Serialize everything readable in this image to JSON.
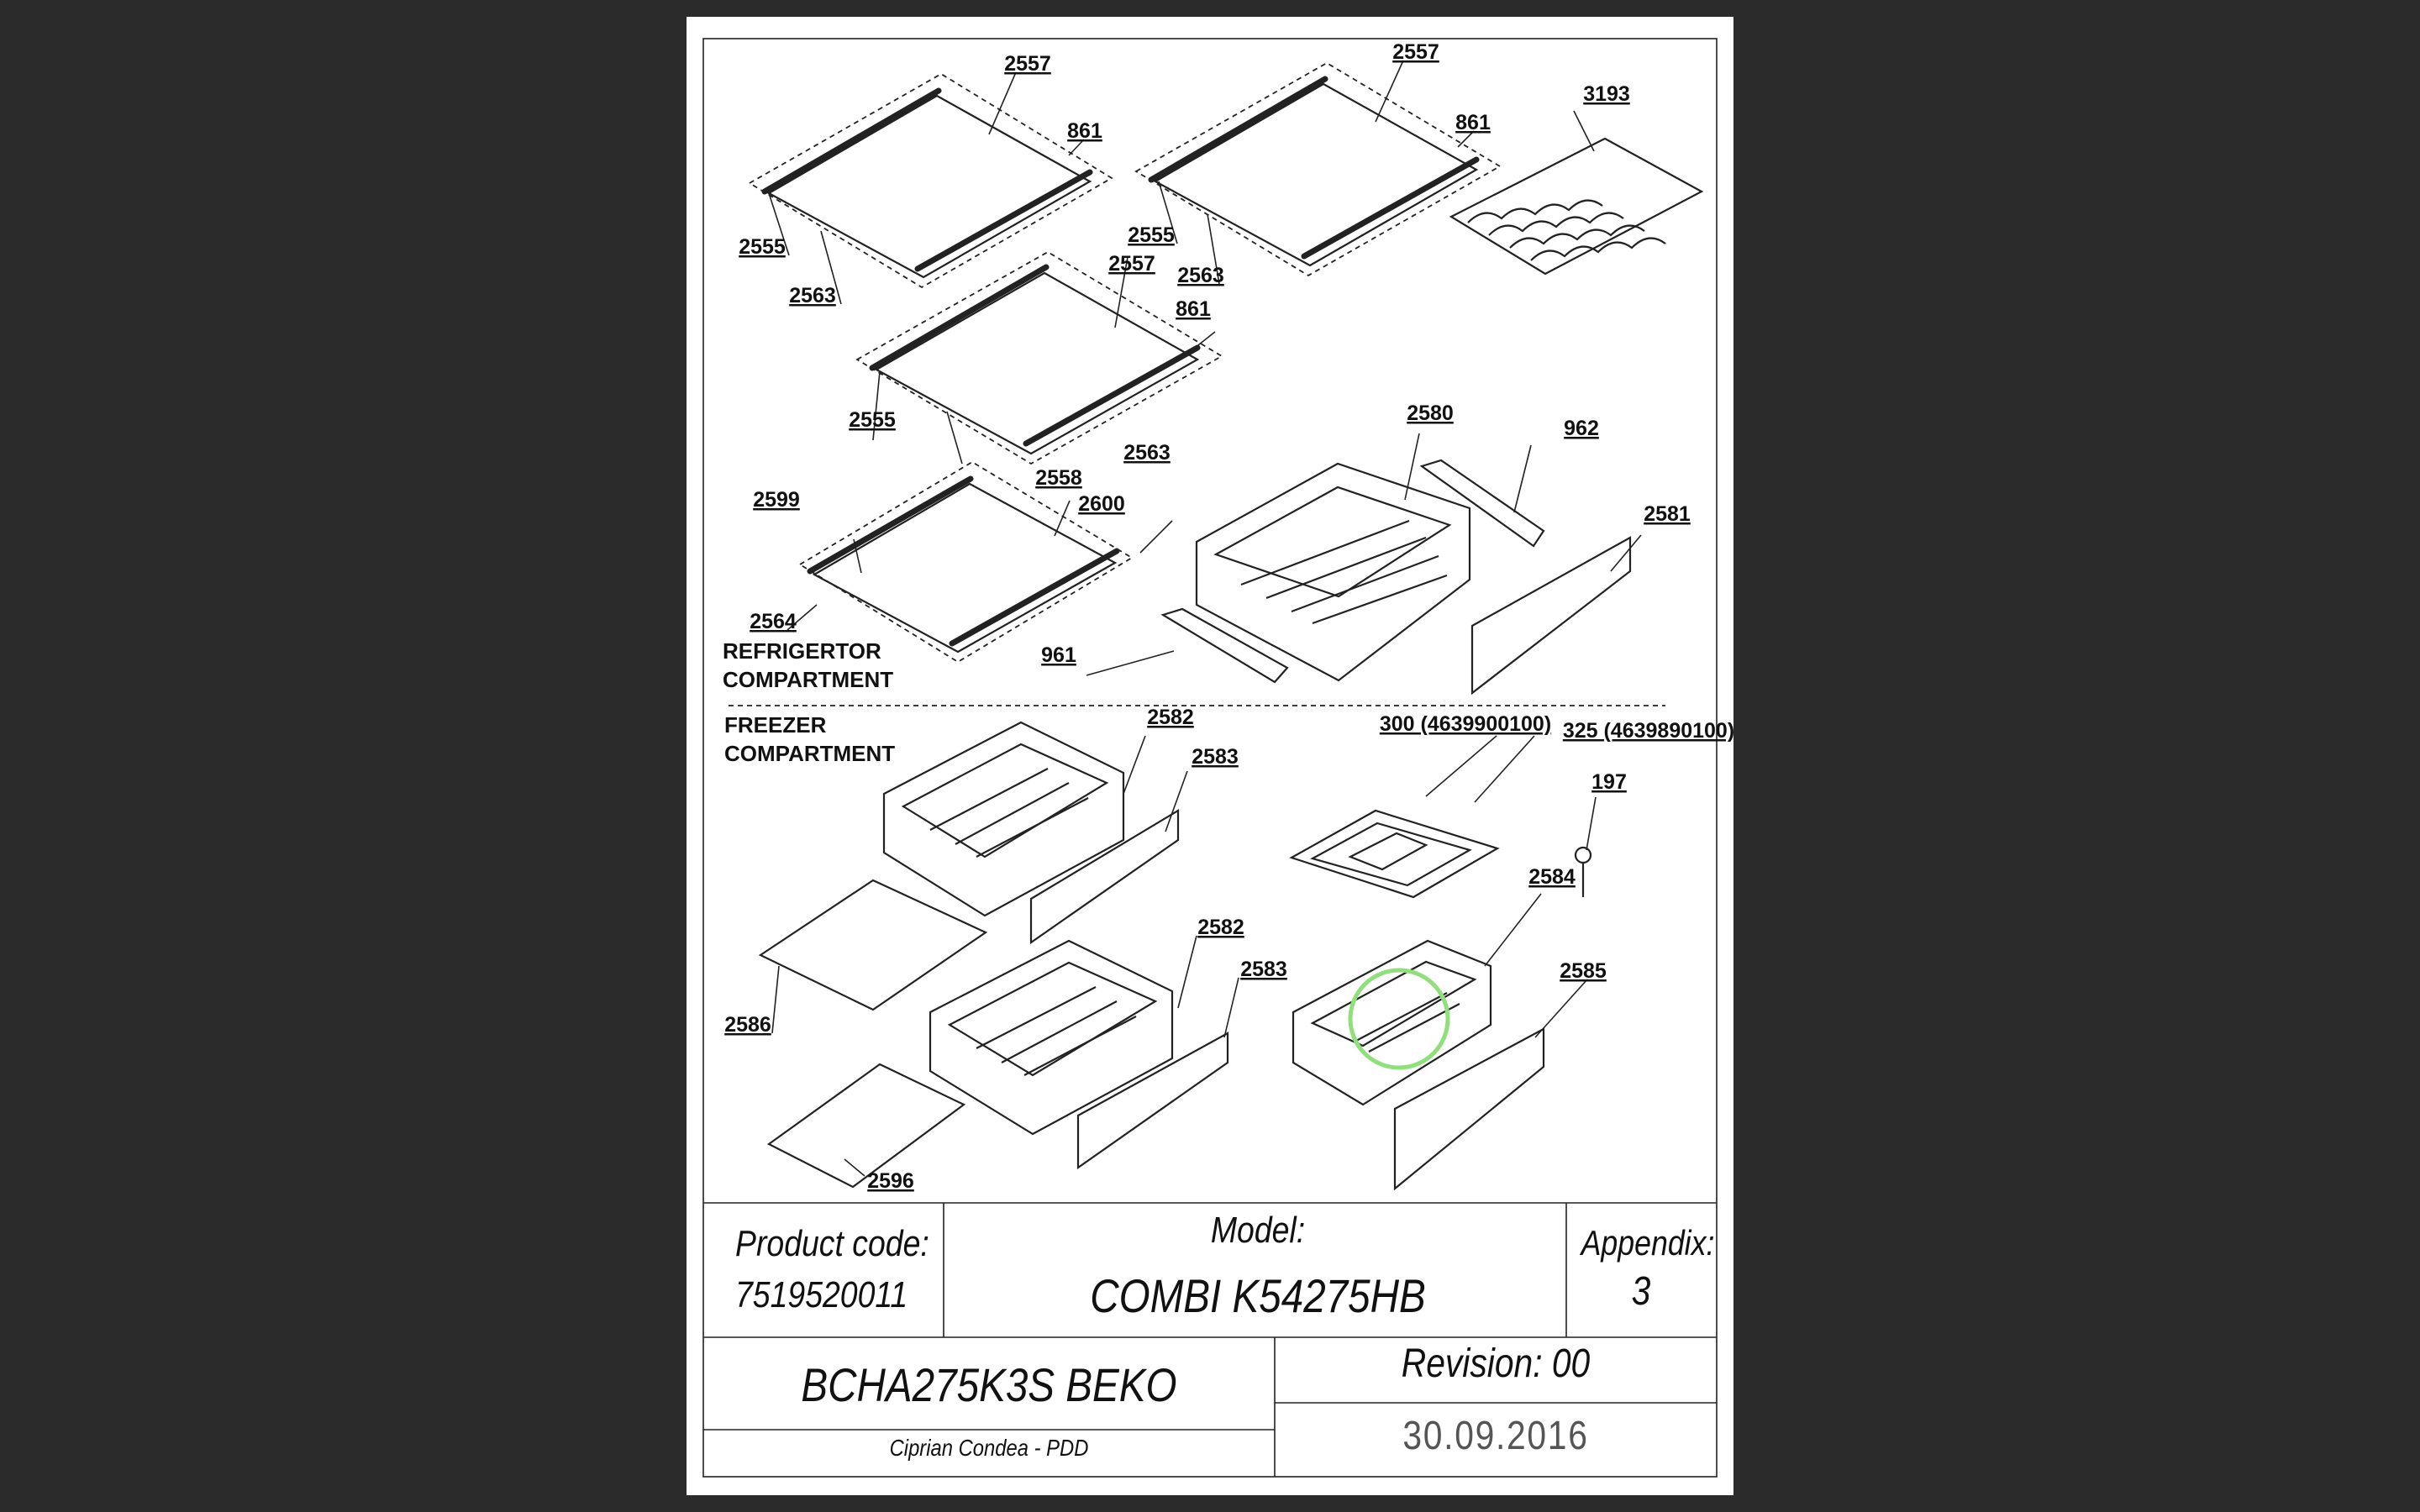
{
  "sections": {
    "refrigerator": [
      "REFRIGERTOR",
      "COMPARTMENT"
    ],
    "freezer": [
      "FREEZER",
      "COMPARTMENT"
    ]
  },
  "parts": [
    {
      "id": "shelf1-glass",
      "label": "2557"
    },
    {
      "id": "shelf1-rear",
      "label": "861"
    },
    {
      "id": "shelf1-front",
      "label": "2555"
    },
    {
      "id": "shelf1-frame",
      "label": "2563"
    },
    {
      "id": "shelf2-glass",
      "label": "2557"
    },
    {
      "id": "shelf2-rear",
      "label": "861"
    },
    {
      "id": "shelf2-front",
      "label": "2555"
    },
    {
      "id": "shelf2-frame",
      "label": "2563"
    },
    {
      "id": "bottle-rack",
      "label": "3193"
    },
    {
      "id": "shelf3-glass",
      "label": "2557"
    },
    {
      "id": "shelf3-rear",
      "label": "861"
    },
    {
      "id": "shelf3-front",
      "label": "2555"
    },
    {
      "id": "shelf3-frame",
      "label": "2563"
    },
    {
      "id": "shelf4-front",
      "label": "2599"
    },
    {
      "id": "shelf4-glass",
      "label": "2558"
    },
    {
      "id": "shelf4-rear",
      "label": "2600"
    },
    {
      "id": "shelf4-frame",
      "label": "2564"
    },
    {
      "id": "crisper-body",
      "label": "2580"
    },
    {
      "id": "crisper-rail-right",
      "label": "962"
    },
    {
      "id": "crisper-front",
      "label": "2581"
    },
    {
      "id": "crisper-rail-left",
      "label": "961"
    },
    {
      "id": "freezer-drawer1",
      "label": "2582"
    },
    {
      "id": "freezer-front1",
      "label": "2583"
    },
    {
      "id": "ice-tray",
      "label": "300 (4639900100)"
    },
    {
      "id": "ice-cover",
      "label": "325 (4639890100)"
    },
    {
      "id": "key",
      "label": "197"
    },
    {
      "id": "freezer-drawer3",
      "label": "2584"
    },
    {
      "id": "freezer-drawer2",
      "label": "2582"
    },
    {
      "id": "freezer-front2",
      "label": "2583"
    },
    {
      "id": "freezer-front3",
      "label": "2585"
    },
    {
      "id": "freezer-plate1",
      "label": "2586"
    },
    {
      "id": "freezer-plate2",
      "label": "2596"
    }
  ],
  "title_block": {
    "product_code_label": "Product code:",
    "product_code": "7519520011",
    "model_label": "Model:",
    "model": "COMBI K54275HB",
    "appendix_label": "Appendix:",
    "appendix": "3",
    "name": "BCHA275K3S BEKO",
    "author": "Ciprian Condea - PDD",
    "revision": "Revision: 00",
    "date": "30.09.2016"
  },
  "colors": {
    "background": "#2b2b2b",
    "sheet": "#ffffff",
    "line": "#222222",
    "highlight_circle": "#8fe07a"
  }
}
